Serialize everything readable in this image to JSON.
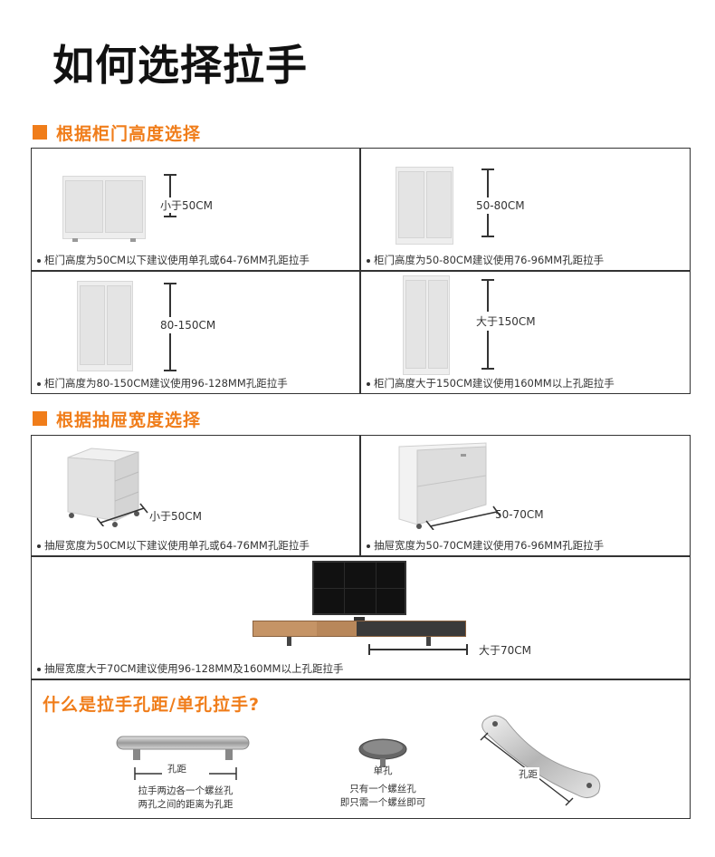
{
  "title": "如何选择拉手",
  "section1": {
    "heading": "根据柜门高度选择",
    "cells": [
      {
        "measure": "小于50CM",
        "caption": "柜门高度为50CM以下建议使用单孔或64-76MM孔距拉手"
      },
      {
        "measure": "50-80CM",
        "caption": "柜门高度为50-80CM建议使用76-96MM孔距拉手"
      },
      {
        "measure": "80-150CM",
        "caption": "柜门高度为80-150CM建议使用96-128MM孔距拉手"
      },
      {
        "measure": "大于150CM",
        "caption": "柜门高度大于150CM建议使用160MM以上孔距拉手"
      }
    ]
  },
  "section2": {
    "heading": "根据抽屉宽度选择",
    "cells": [
      {
        "measure": "小于50CM",
        "caption": "抽屉宽度为50CM以下建议使用单孔或64-76MM孔距拉手"
      },
      {
        "measure": "50-70CM",
        "caption": "抽屉宽度为50-70CM建议使用76-96MM孔距拉手"
      },
      {
        "measure": "大于70CM",
        "caption": "抽屉宽度大于70CM建议使用96-128MM及160MM以上孔距拉手"
      }
    ]
  },
  "section3": {
    "heading": "什么是拉手孔距/单孔拉手?",
    "bar_handle": {
      "label": "孔距",
      "desc_line1": "拉手两边各一个螺丝孔",
      "desc_line2": "两孔之间的距离为孔距"
    },
    "knob": {
      "label": "单孔",
      "desc_line1": "只有一个螺丝孔",
      "desc_line2": "即只需一个螺丝即可"
    },
    "curved_handle": {
      "label": "孔距"
    }
  },
  "colors": {
    "accent": "#f07d1a",
    "border": "#333333"
  }
}
